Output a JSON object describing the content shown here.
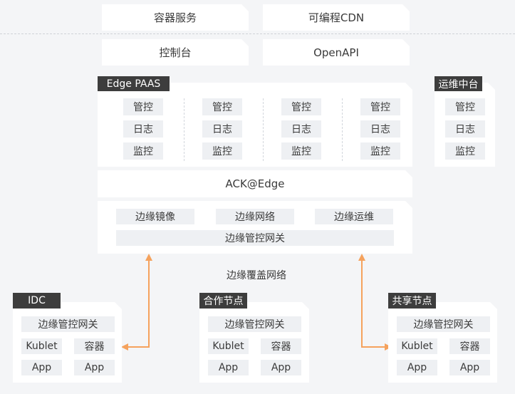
{
  "top": {
    "row1": [
      "容器服务",
      "可编程CDN"
    ],
    "row2": [
      "控制台",
      "OpenAPI"
    ]
  },
  "edge_paas": {
    "label": "Edge PAAS",
    "columns": [
      [
        "管控",
        "日志",
        "监控"
      ],
      [
        "管控",
        "日志",
        "监控"
      ],
      [
        "管控",
        "日志",
        "监控"
      ],
      [
        "管控",
        "日志",
        "监控"
      ]
    ]
  },
  "ops": {
    "label": "运维中台",
    "items": [
      "管控",
      "日志",
      "监控"
    ]
  },
  "ack": {
    "title": "ACK@Edge"
  },
  "edge_services": {
    "items": [
      "边缘镜像",
      "边缘网络",
      "边缘运维"
    ],
    "gateway": "边缘管控网关"
  },
  "coverage": "边缘覆盖网络",
  "nodes": [
    {
      "label": "IDC",
      "gateway": "边缘管控网关",
      "kublet": "Kublet",
      "container": "容器",
      "app1": "App",
      "app2": "App"
    },
    {
      "label": "合作节点",
      "gateway": "边缘管控网关",
      "kublet": "Kublet",
      "container": "容器",
      "app1": "App",
      "app2": "App"
    },
    {
      "label": "共享节点",
      "gateway": "边缘管控网关",
      "kublet": "Kublet",
      "container": "容器",
      "app1": "App",
      "app2": "App"
    }
  ],
  "colors": {
    "arrow": "#f5a25d",
    "label_bg": "#3d3d3d",
    "chip_bg": "#eef0f3"
  }
}
